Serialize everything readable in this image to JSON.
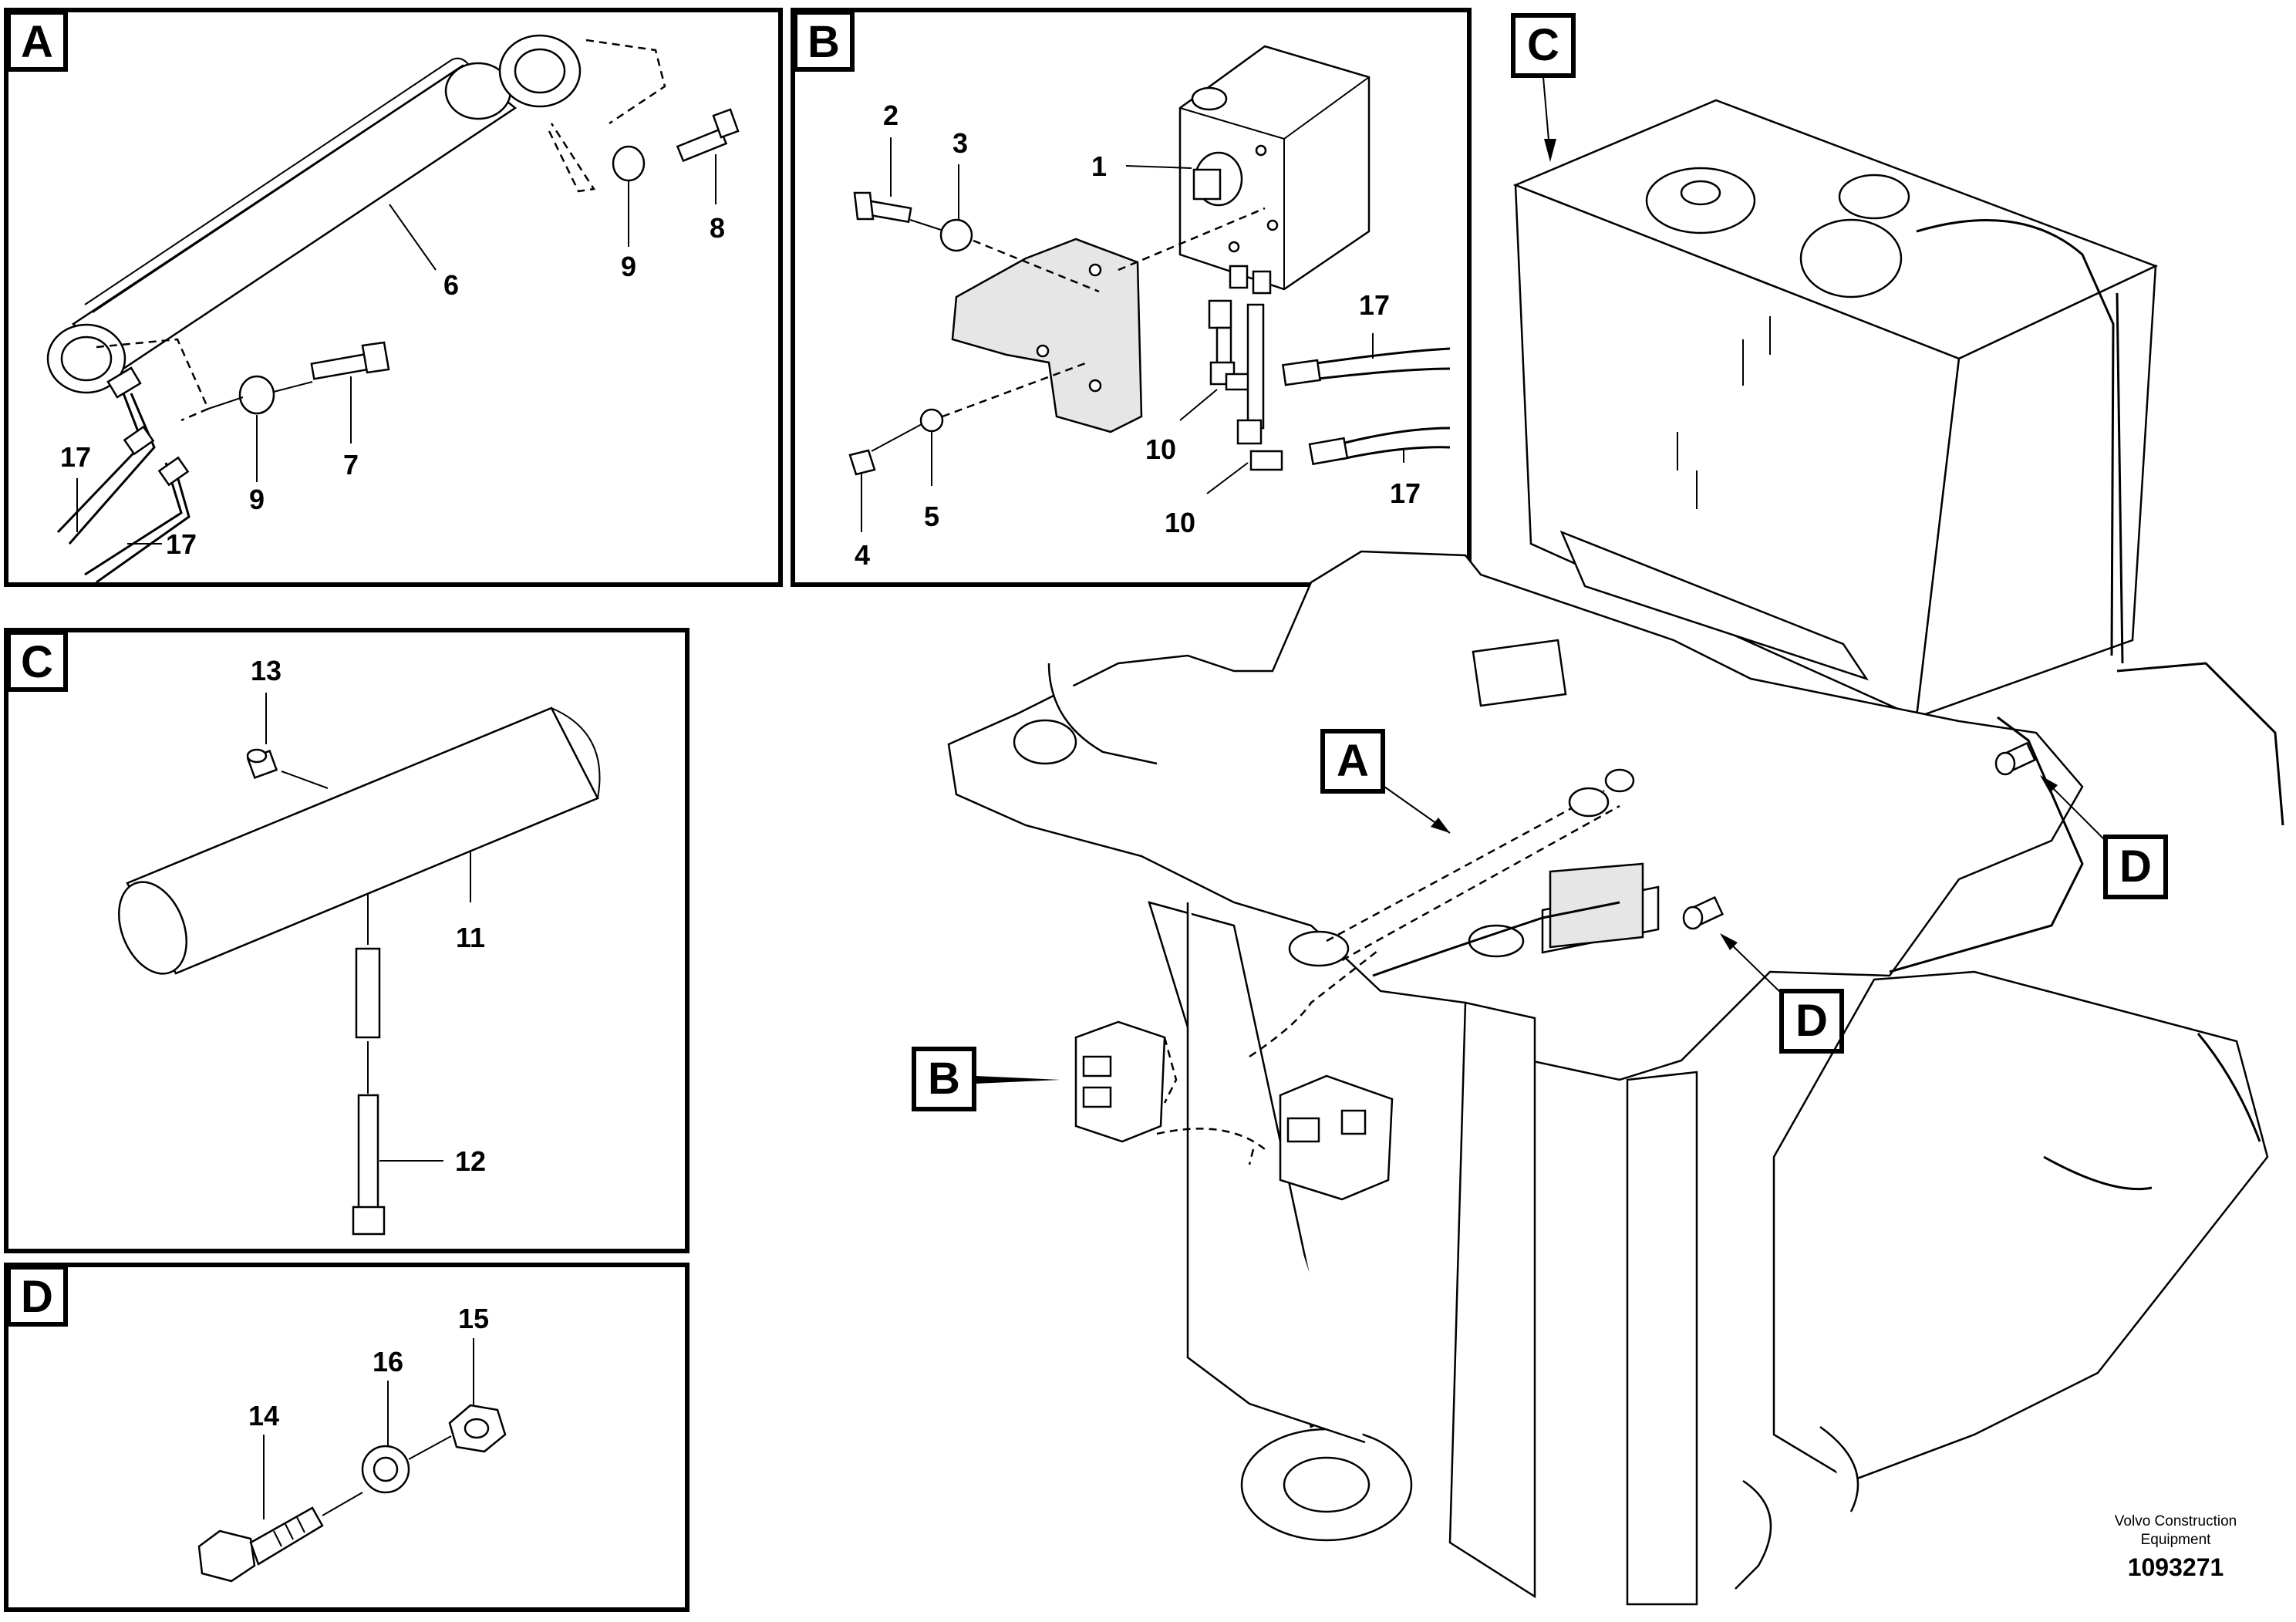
{
  "panels": {
    "a": {
      "letter": "A",
      "callouts": {
        "p6": "6",
        "p8": "8",
        "p9a": "9",
        "p7": "7",
        "p9b": "9",
        "p17a": "17",
        "p17b": "17"
      }
    },
    "b": {
      "letter": "B",
      "callouts": {
        "p1": "1",
        "p2": "2",
        "p3": "3",
        "p4": "4",
        "p5": "5",
        "p10a": "10",
        "p10b": "10",
        "p17a": "17",
        "p17b": "17"
      }
    },
    "c": {
      "letter": "C",
      "callouts": {
        "p13": "13",
        "p11": "11",
        "p12": "12"
      }
    },
    "d": {
      "letter": "D",
      "callouts": {
        "p14": "14",
        "p15": "15",
        "p16": "16"
      }
    }
  },
  "overview": {
    "view_markers": {
      "a": "A",
      "b": "B",
      "c": "C",
      "d1": "D",
      "d2": "D"
    }
  },
  "caption": {
    "company": "Volvo Construction Equipment",
    "company_line1": "Volvo Construction",
    "company_line2": "Equipment",
    "doc_number": "1093271"
  }
}
